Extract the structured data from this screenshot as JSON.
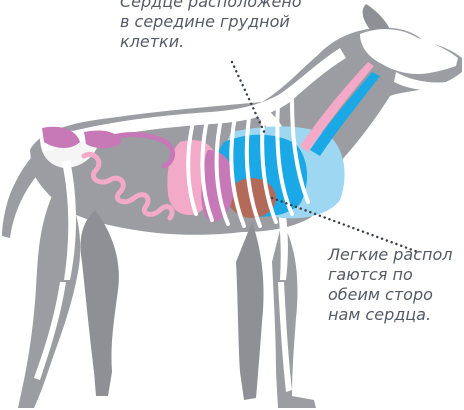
{
  "colors": {
    "body": "#9b9da2",
    "bone": "#ffffff",
    "lung": "#1ba8e6",
    "lung_light": "#9dd7f2",
    "heart": "#b46a58",
    "intestine": "#f3a9c8",
    "kidney": "#c678b7",
    "text": "#555b66"
  },
  "caption_top": {
    "lines": [
      "Сердце расположено",
      "в середине грудной",
      "клетки."
    ]
  },
  "caption_right": {
    "lines": [
      "Легкие распол",
      "гаются по",
      "обеим сторо",
      "нам сердца."
    ]
  }
}
